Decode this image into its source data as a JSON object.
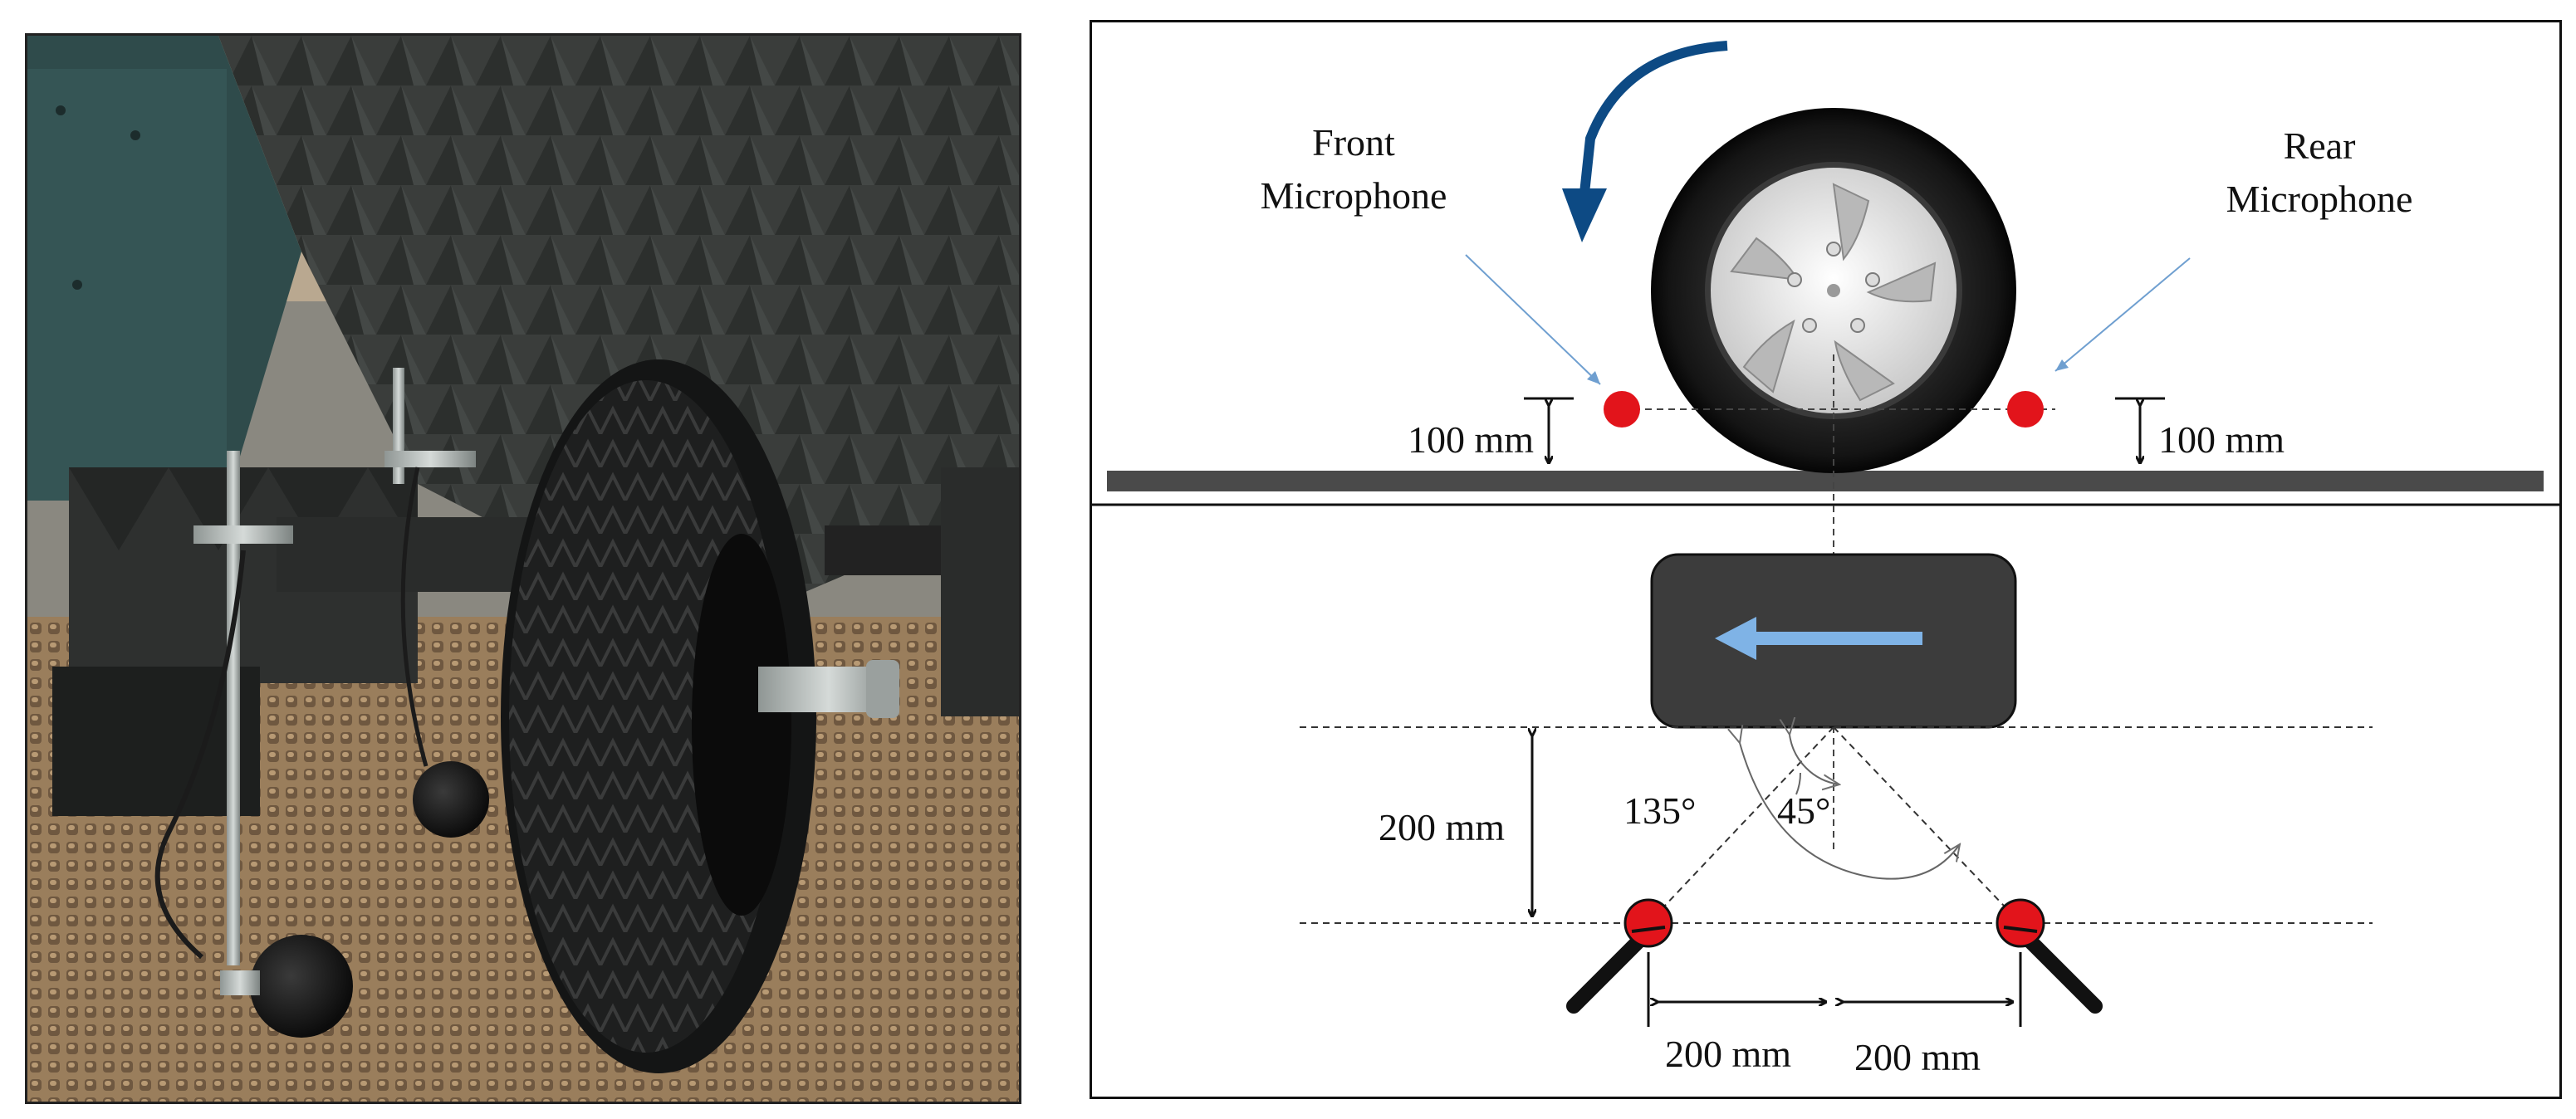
{
  "diagram": {
    "front_mic_line1": "Front",
    "front_mic_line2": "Microphone",
    "rear_mic_line1": "Rear",
    "rear_mic_line2": "Microphone",
    "height_left": "100 mm",
    "height_right": "100 mm",
    "distance_vertical": "200 mm",
    "distance_left": "200 mm",
    "distance_right": "200 mm",
    "angle_large": "135°",
    "angle_small": "45°"
  },
  "colors": {
    "rotation_arrow": "#0d4a84",
    "travel_arrow": "#7fb3e6",
    "mic_marker": "#e2141b",
    "ground": "#4a4a4a",
    "tyre_block": "#3c3c3c"
  }
}
